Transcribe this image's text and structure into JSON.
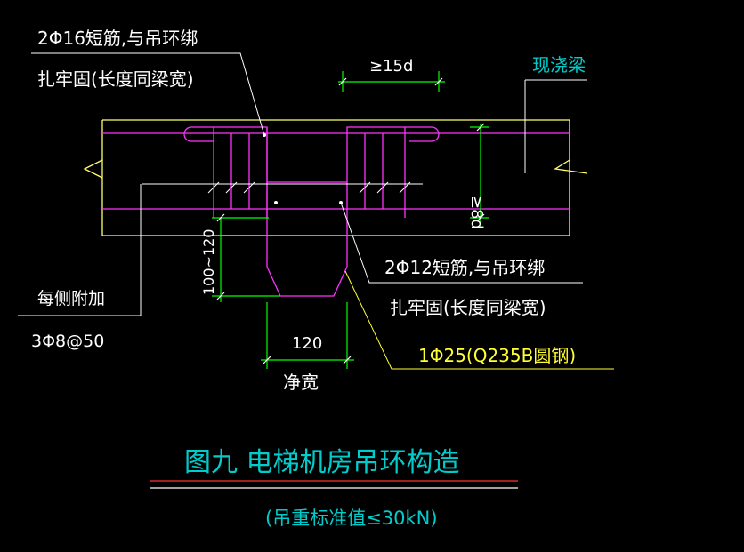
{
  "labels": {
    "top_rebar_line1": "2Φ16短筋,与吊环绑",
    "top_rebar_line2": "扎牢固(长度同梁宽)",
    "anchor_length": "≥15d",
    "beam_name": "现浇梁",
    "height_dim": "≥8d",
    "hook_depth": "100~120",
    "mid_rebar_line1": "2Φ12短筋,与吊环绑",
    "mid_rebar_line2": "扎牢固(长度同梁宽)",
    "each_side_line1": "每侧附加",
    "each_side_line2": "3Φ8@50",
    "ring_width": "120",
    "clear_width": "净宽",
    "hanger_ring": "1Φ25(Q235B圆钢)"
  },
  "caption": {
    "title": "图九  电梯机房吊环构造",
    "subtitle": "(吊重标准值≤30kN)"
  },
  "colors": {
    "background": "#000000",
    "beam": "#ffff66",
    "rebar": "#ff33ff",
    "leader": "#ffffff",
    "dimension": "#00ff00",
    "dim_text": "#ffffff",
    "note": "#ffffff",
    "ring_note": "#ffff33",
    "title": "#00cccc",
    "title_line_top": "#ff3333",
    "title_line_bottom": "#ffffff"
  }
}
